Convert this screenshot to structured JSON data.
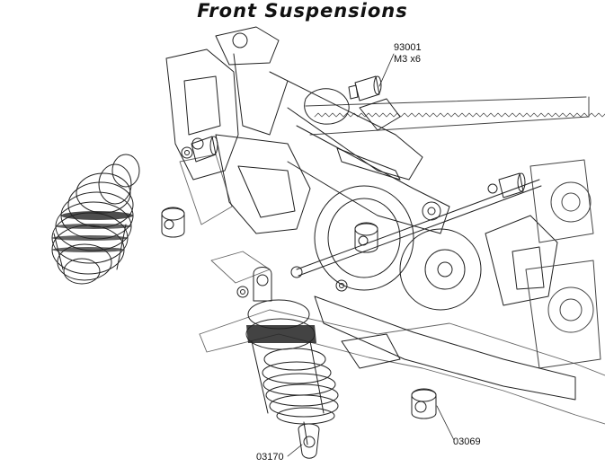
{
  "title": "Front Suspensions",
  "parts": {
    "screw": {
      "code": "93001",
      "spec": "M3 x6"
    },
    "shock": {
      "code": "03170"
    },
    "ball": {
      "code": "03069"
    }
  }
}
